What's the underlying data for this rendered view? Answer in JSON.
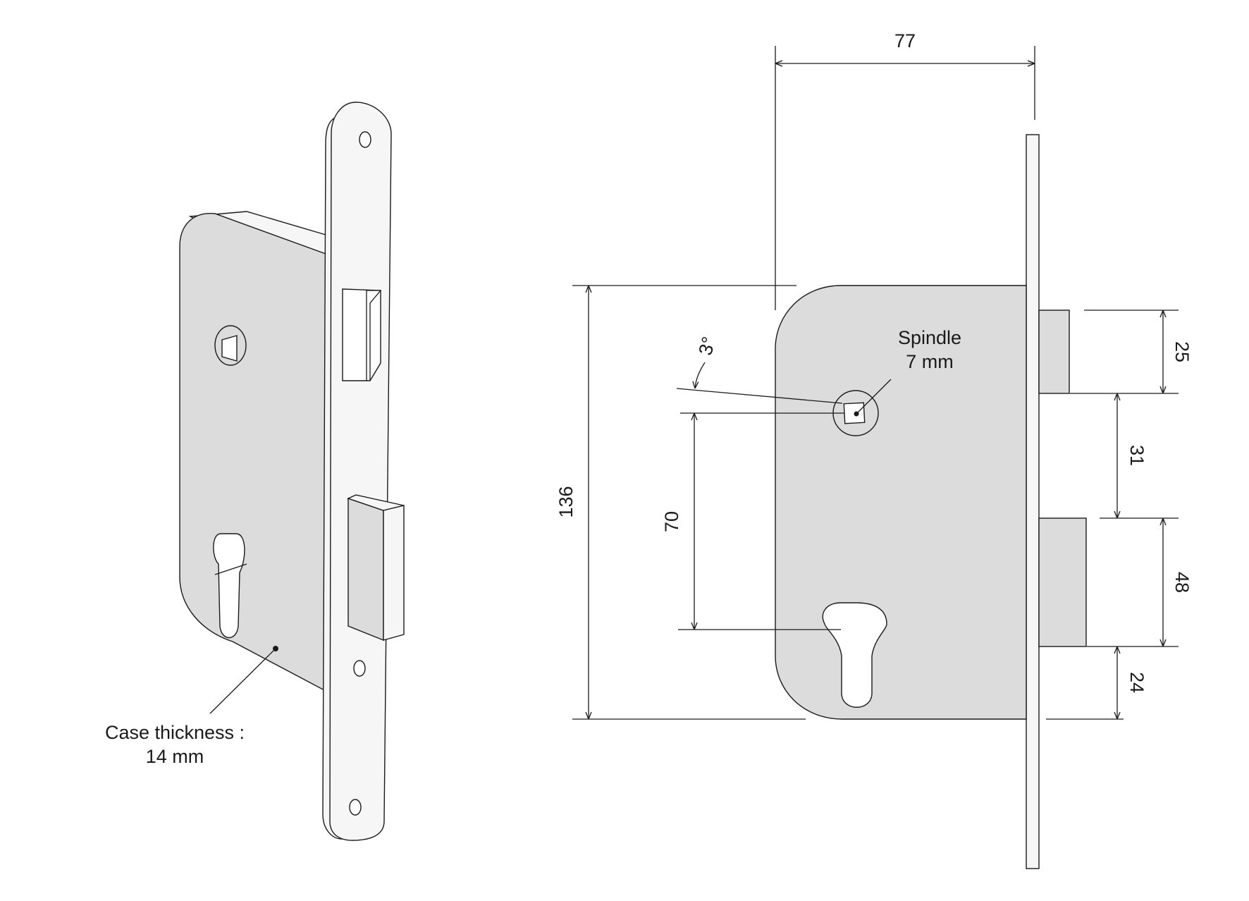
{
  "iso_view": {
    "case_thickness_line1": "Case thickness :",
    "case_thickness_line2": "14 mm"
  },
  "front_view": {
    "spindle_line1": "Spindle",
    "spindle_line2": "7 mm",
    "angle_label": "3°",
    "dim_width": "77",
    "dim_height": "136",
    "dim_backset": "70",
    "dim_latch": "25",
    "dim_gap": "31",
    "dim_bolt": "48",
    "dim_bottom": "24"
  },
  "colors": {
    "case_fill": "#dcdcdc",
    "line": "#1a1a1a",
    "background": "#ffffff"
  }
}
